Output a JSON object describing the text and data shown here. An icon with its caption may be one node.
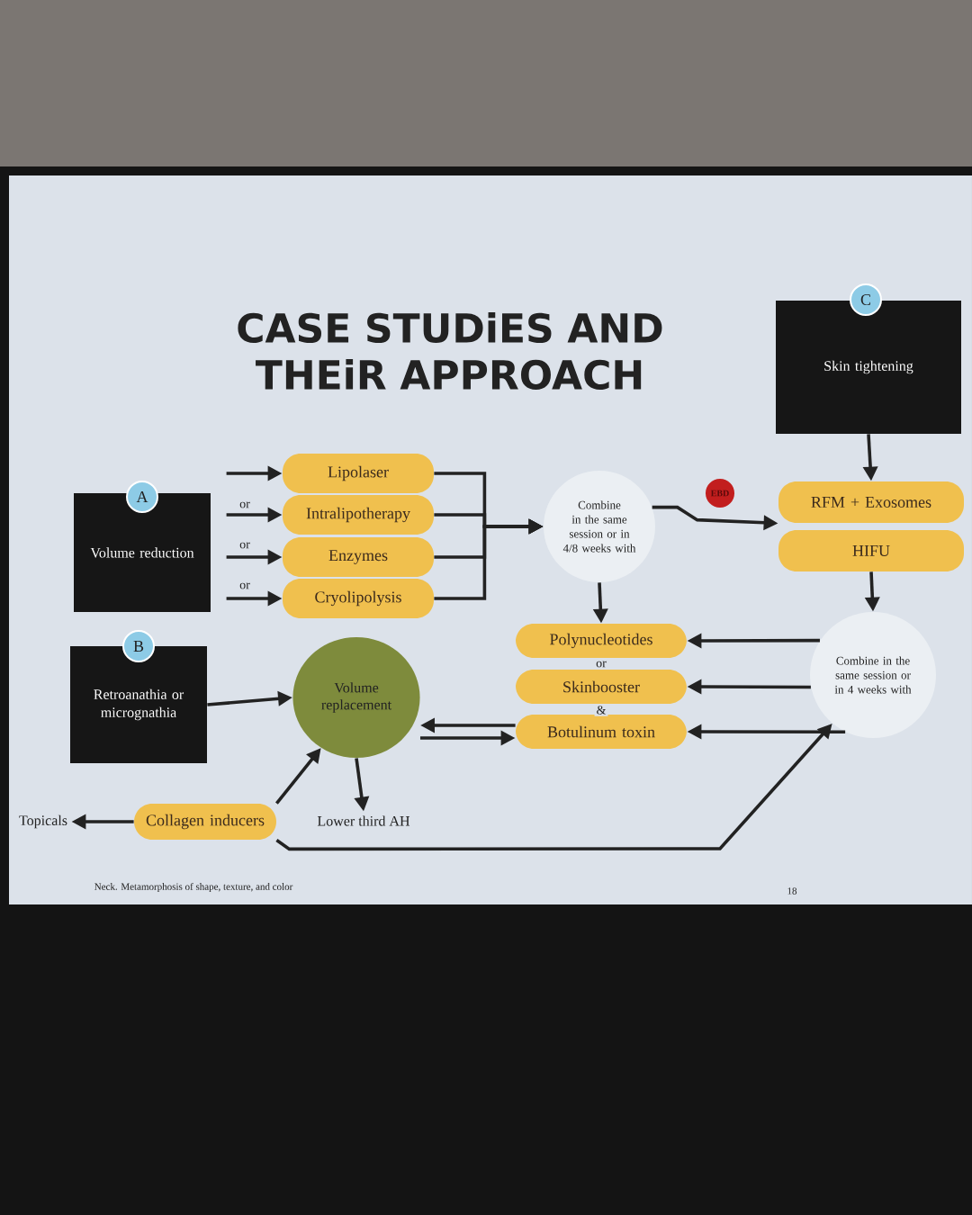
{
  "diagram": {
    "title": "CASE STUDiES AND THEiR APPROACH",
    "nodes": [
      {
        "text": [
          "A"
        ]
      },
      {
        "text": [
          "Volume reduction"
        ]
      },
      {
        "text": [
          "Lipolaser"
        ]
      },
      {
        "text": [
          "Intralipotherapy"
        ]
      },
      {
        "text": [
          "Enzymes"
        ]
      },
      {
        "text": [
          "Cryolipolysis"
        ]
      },
      {
        "text": [
          "Combine in the same session or in 4/8 weeks with"
        ]
      },
      {
        "text": [
          "EBD"
        ]
      },
      {
        "text": [
          "C"
        ]
      },
      {
        "text": [
          "Skin tightening"
        ]
      },
      {
        "text": [
          "RFM + Exosomes"
        ]
      },
      {
        "text": [
          "HIFU"
        ]
      },
      {
        "text": [
          "Combine in the same session or in 4 weeks with"
        ]
      },
      {
        "text": [
          "B"
        ]
      },
      {
        "text": [
          "Retroanathia or micrognathia"
        ]
      },
      {
        "text": [
          "Volume replacement"
        ]
      },
      {
        "text": [
          "Polynucleotides"
        ]
      },
      {
        "text": [
          "Skinbooster"
        ]
      },
      {
        "text": [
          "Botulinum toxin"
        ]
      },
      {
        "text": [
          "Topicals"
        ]
      },
      {
        "text": [
          "Collagen inducers"
        ]
      },
      {
        "text": [
          "Lower third AH"
        ]
      }
    ],
    "edges": [
      {
        "from": null,
        "to": 2,
        "arrow": "to"
      },
      {
        "from": null,
        "to": 3,
        "arrow": "to"
      },
      {
        "from": null,
        "to": 4,
        "arrow": "to"
      },
      {
        "from": null,
        "to": 5,
        "arrow": "to"
      },
      {
        "from": 2,
        "to": 6,
        "arrow": "to"
      },
      {
        "from": 3,
        "to": 6,
        "arrow": "to"
      },
      {
        "from": 4,
        "to": 6,
        "arrow": "to"
      },
      {
        "from": 5,
        "to": 6,
        "arrow": "to"
      },
      {
        "from": 6,
        "to": 10,
        "arrow": "to"
      },
      {
        "from": 9,
        "to": 10,
        "arrow": "to"
      },
      {
        "from": 11,
        "to": 12,
        "arrow": "to"
      },
      {
        "from": 6,
        "to": 16,
        "arrow": "to"
      },
      {
        "from": 12,
        "to": 16,
        "arrow": "to"
      },
      {
        "from": 12,
        "to": 17,
        "arrow": "to"
      },
      {
        "from": 12,
        "to": 18,
        "arrow": "to"
      },
      {
        "from": 14,
        "to": 15,
        "arrow": "to"
      },
      {
        "from": 18,
        "to": 15,
        "arrow": "to"
      },
      {
        "from": 15,
        "to": 18,
        "arrow": "to"
      },
      {
        "from": 15,
        "to": 21,
        "arrow": "to"
      },
      {
        "from": 20,
        "to": 15,
        "arrow": "to"
      },
      {
        "from": 20,
        "to": 19,
        "arrow": "to"
      },
      {
        "from": 20,
        "to": 12,
        "arrow": "to"
      }
    ],
    "labels": [
      "or",
      "or",
      "or",
      "or",
      "&",
      "Neck. Metamorphosis of shape, texture, and color",
      "18"
    ]
  }
}
